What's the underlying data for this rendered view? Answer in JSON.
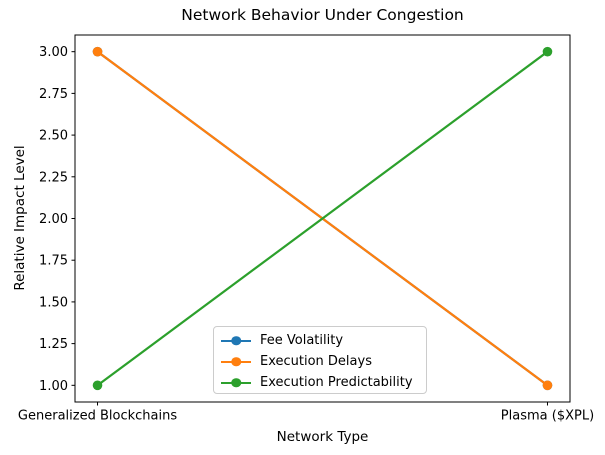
{
  "chart_data": {
    "type": "line",
    "title": "Network Behavior Under Congestion",
    "xlabel": "Network Type",
    "ylabel": "Relative Impact Level",
    "categories": [
      "Generalized Blockchains",
      "Plasma ($XPL)"
    ],
    "series": [
      {
        "name": "Fee Volatility",
        "color": "#1f77b4",
        "values": [
          3,
          1
        ]
      },
      {
        "name": "Execution Delays",
        "color": "#ff7f0e",
        "values": [
          3,
          1
        ]
      },
      {
        "name": "Execution Predictability",
        "color": "#2ca02c",
        "values": [
          1,
          3
        ]
      }
    ],
    "ylim": [
      0.9,
      3.1
    ],
    "yticks": [
      1.0,
      1.25,
      1.5,
      1.75,
      2.0,
      2.25,
      2.5,
      2.75,
      3.0
    ],
    "ytick_labels": [
      "1.00",
      "1.25",
      "1.50",
      "1.75",
      "2.00",
      "2.25",
      "2.50",
      "2.75",
      "3.00"
    ],
    "grid": false,
    "marker": "o",
    "legend_position": "lower center",
    "background": "#ffffff",
    "axis_color": "#000000",
    "legend_border_color": "#cccccc"
  }
}
